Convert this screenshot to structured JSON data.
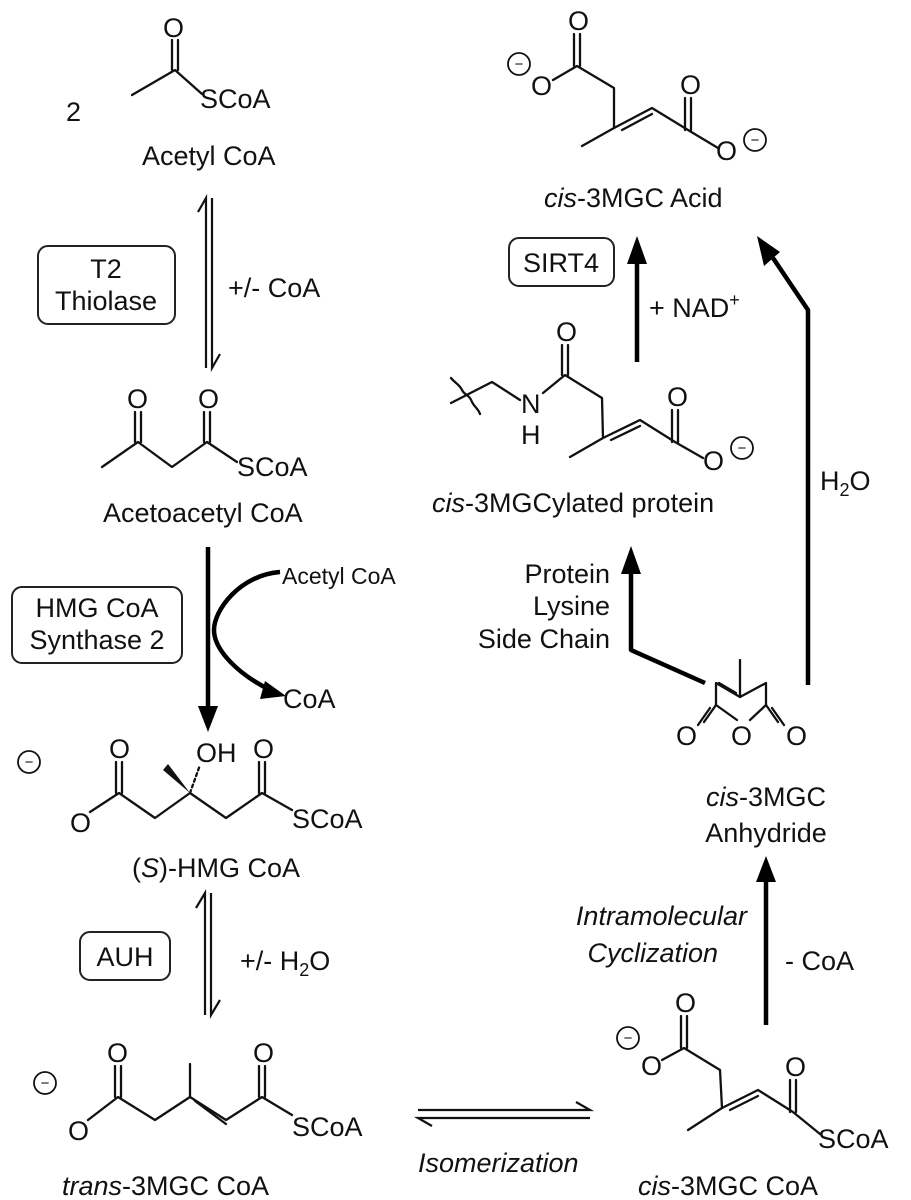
{
  "compounds": {
    "acetyl_coa": "Acetyl CoA",
    "acetyl_coa_count": "2",
    "acetoacetyl_coa": "Acetoacetyl CoA",
    "hmg_coa_prefix": "(",
    "hmg_coa_stereo": "S",
    "hmg_coa_suffix": ")-HMG CoA",
    "trans_coa_prefix": "trans",
    "trans_coa_suffix": "-3MGC CoA",
    "cis_coa_prefix": "cis",
    "cis_coa_suffix": "-3MGC CoA",
    "anhydride_prefix": "cis",
    "anhydride_line1_suffix": "-3MGC",
    "anhydride_line2": "Anhydride",
    "protein_prefix": "cis",
    "protein_suffix": "-3MGCylated protein",
    "acid_prefix": "cis",
    "acid_suffix": "-3MGC Acid"
  },
  "enzymes": {
    "thiolase_line1": "T2",
    "thiolase_line2": "Thiolase",
    "synthase_line1": "HMG CoA",
    "synthase_line2": "Synthase 2",
    "auh": "AUH",
    "sirt4": "SIRT4"
  },
  "conditions": {
    "coa_exchange": "+/- CoA",
    "water_exchange_prefix": "+/- H",
    "water_exchange_sub": "2",
    "water_exchange_suffix": "O",
    "acetyl_coa_in": "Acetyl CoA",
    "coa_out": "CoA",
    "isomerization": "Isomerization",
    "cyclization_line1": "Intramolecular",
    "cyclization_line2": "Cyclization",
    "minus_coa": "- CoA",
    "lysine_line1": "Protein",
    "lysine_line2": "Lysine",
    "lysine_line3": "Side Chain",
    "water_prefix": "H",
    "water_sub": "2",
    "water_suffix": "O",
    "nad": "+ NAD",
    "nad_sup": "+"
  },
  "atoms": {
    "oxygen": "O",
    "hydroxyl": "OH",
    "nitrogen": "N",
    "hydrogen": "H",
    "thioester": "SCoA",
    "negative_charge": "−"
  }
}
